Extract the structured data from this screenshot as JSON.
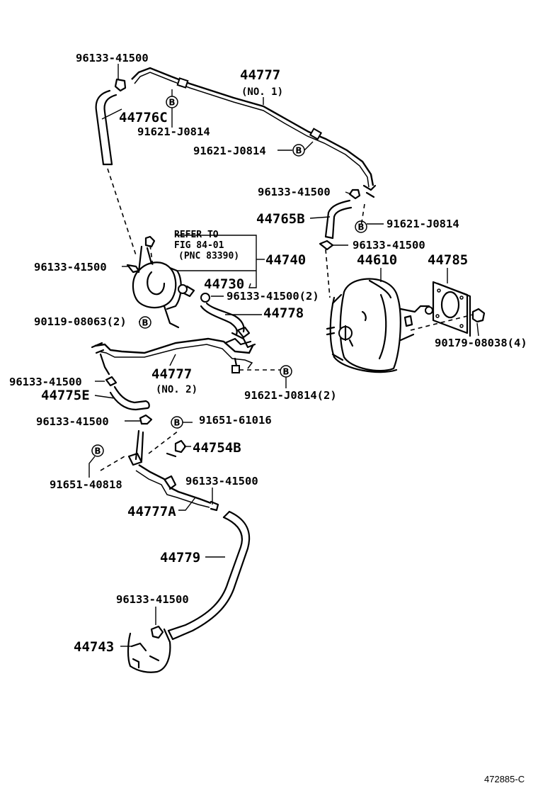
{
  "labels": {
    "p96133_top": "96133-41500",
    "p44777_no1_num": "44777",
    "p44777_no1_sub": "(NO. 1)",
    "p44776c": "44776C",
    "p91621_a": "91621-J0814",
    "p91621_b": "91621-J0814",
    "p96133_right1": "96133-41500",
    "p44765b": "44765B",
    "p91621_c": "91621-J0814",
    "refer_line1": "REFER TO",
    "refer_line2": "FIG 84-01",
    "refer_line3": "(PNC 83390)",
    "p96133_right2": "96133-41500",
    "p44740": "44740",
    "p44610": "44610",
    "p44785": "44785",
    "p96133_left1": "96133-41500",
    "p44730": "44730",
    "p96133_mid2": "96133-41500(2)",
    "p44778": "44778",
    "p90119": "90119-08063(2)",
    "p90179": "90179-08038(4)",
    "p96133_left2": "96133-41500",
    "p44777_no2_num": "44777",
    "p44777_no2_sub": "(NO. 2)",
    "p44775e": "44775E",
    "p91621_d": "91621-J0814(2)",
    "p96133_left3": "96133-41500",
    "p91651_61016": "91651-61016",
    "p44754b": "44754B",
    "p91651_40818": "91651-40818",
    "p96133_low": "96133-41500",
    "p44777a": "44777A",
    "p44779": "44779",
    "p96133_bottom": "96133-41500",
    "p44743": "44743",
    "figure_id": "472885-C"
  },
  "callout_letter": "B"
}
